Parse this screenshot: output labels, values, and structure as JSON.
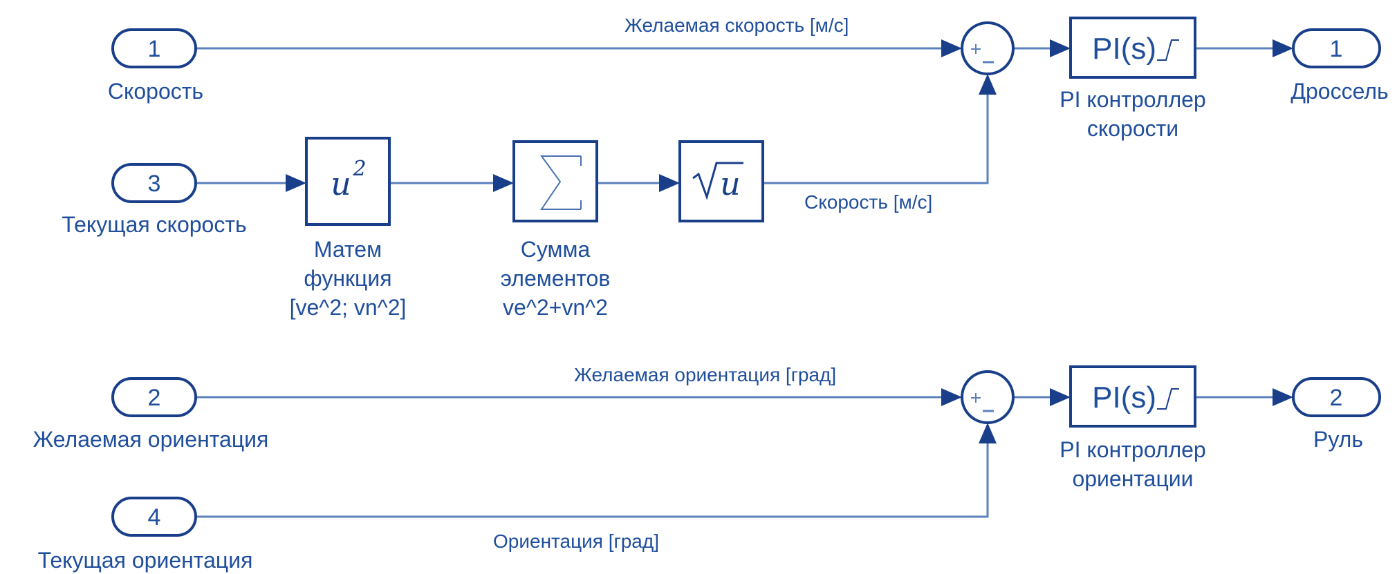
{
  "colors": {
    "block_stroke": "#1a3f8a",
    "line": "#5a80bd",
    "text": "#1f4e9c",
    "background": "#ffffff"
  },
  "inports": [
    {
      "number": "1",
      "label": "Скорость"
    },
    {
      "number": "3",
      "label": "Текущая скорость"
    },
    {
      "number": "2",
      "label": "Желаемая ориентация"
    },
    {
      "number": "4",
      "label": "Текущая ориентация"
    }
  ],
  "outports": [
    {
      "number": "1",
      "label": "Дроссель"
    },
    {
      "number": "2",
      "label": "Руль"
    }
  ],
  "blocks": {
    "math_function": {
      "symbol": "u",
      "exponent": "2",
      "label_lines": [
        "Матем",
        "функция",
        "[ve^2; vn^2]"
      ]
    },
    "sum_elements": {
      "symbol": "Σ",
      "label_lines": [
        "Сумма",
        "элементов",
        "ve^2+vn^2"
      ]
    },
    "sqrt": {
      "symbol": "u"
    },
    "sum_speed": {
      "signs": "+-"
    },
    "sum_heading": {
      "signs": "+-"
    },
    "pi_speed": {
      "text": "PI(s)",
      "label_lines": [
        "PI контроллер",
        "скорости"
      ]
    },
    "pi_heading": {
      "text": "PI(s)",
      "label_lines": [
        "PI контроллер",
        "ориентации"
      ]
    }
  },
  "signals": {
    "desired_speed": "Желаемая скорость [м/с]",
    "speed": "Скорость [м/с]",
    "desired_heading": "Желаемая ориентация [град]",
    "heading": "Ориентация [град]"
  }
}
